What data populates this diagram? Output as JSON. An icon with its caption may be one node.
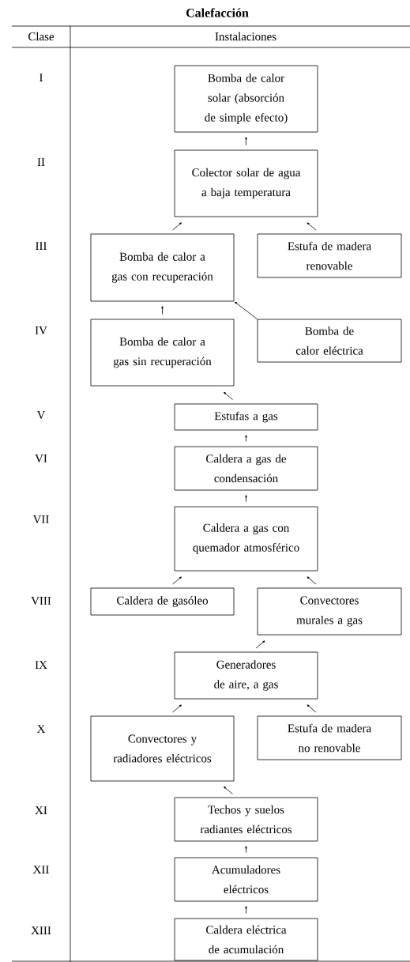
{
  "diagram": {
    "title": "Calefacción",
    "nodes": [
      {
        "text": [
          "Bomba de calor solar (absorción de simple efecto)"
        ]
      },
      {
        "text": [
          "Colector solar de agua a baja temperatura"
        ]
      },
      {
        "text": [
          "Bomba de calor a gas con recuperación"
        ]
      },
      {
        "text": [
          "Estufa de madera renovable"
        ]
      },
      {
        "text": [
          "Bomba de calor a gas sin recuperación"
        ]
      },
      {
        "text": [
          "Bomba de calor eléctrica"
        ]
      },
      {
        "text": [
          "Estufas a gas"
        ]
      },
      {
        "text": [
          "Caldera a gas de condensación"
        ]
      },
      {
        "text": [
          "Caldera a gas con quemador atmosférico"
        ]
      },
      {
        "text": [
          "Caldera de gasóleo"
        ]
      },
      {
        "text": [
          "Convectores murales a gas"
        ]
      },
      {
        "text": [
          "Generadores de aire, a gas"
        ]
      },
      {
        "text": [
          "Convectores y radiadores eléctricos"
        ]
      },
      {
        "text": [
          "Estufa de madera no renovable"
        ]
      },
      {
        "text": [
          "Techos y suelos radiantes eléctricos"
        ]
      },
      {
        "text": [
          "Acumuladores eléctricos"
        ]
      },
      {
        "text": [
          "Caldera eléctrica de acumulación"
        ]
      }
    ],
    "edges": [
      {
        "from": 1,
        "to": 0,
        "arrow": "to"
      },
      {
        "from": 2,
        "to": 1,
        "arrow": "to"
      },
      {
        "from": 3,
        "to": 1,
        "arrow": "to"
      },
      {
        "from": 4,
        "to": 2,
        "arrow": "to"
      },
      {
        "from": 5,
        "to": 2,
        "arrow": "to"
      },
      {
        "from": 6,
        "to": 4,
        "arrow": "to"
      },
      {
        "from": 7,
        "to": 6,
        "arrow": "to"
      },
      {
        "from": 8,
        "to": 7,
        "arrow": "to"
      },
      {
        "from": 9,
        "to": 8,
        "arrow": "to"
      },
      {
        "from": 10,
        "to": 8,
        "arrow": "to"
      },
      {
        "from": 11,
        "to": 10,
        "arrow": "to"
      },
      {
        "from": 12,
        "to": 11,
        "arrow": "to"
      },
      {
        "from": 13,
        "to": 11,
        "arrow": "to"
      },
      {
        "from": 14,
        "to": 12,
        "arrow": "to"
      },
      {
        "from": 15,
        "to": 14,
        "arrow": "to"
      },
      {
        "from": 16,
        "to": 15,
        "arrow": "to"
      }
    ],
    "labels": [
      "Clase",
      "Instalaciones",
      "I",
      "II",
      "III",
      "IV",
      "V",
      "VI",
      "VII",
      "VIII",
      "IX",
      "X",
      "XI",
      "XII",
      "XIII"
    ]
  }
}
